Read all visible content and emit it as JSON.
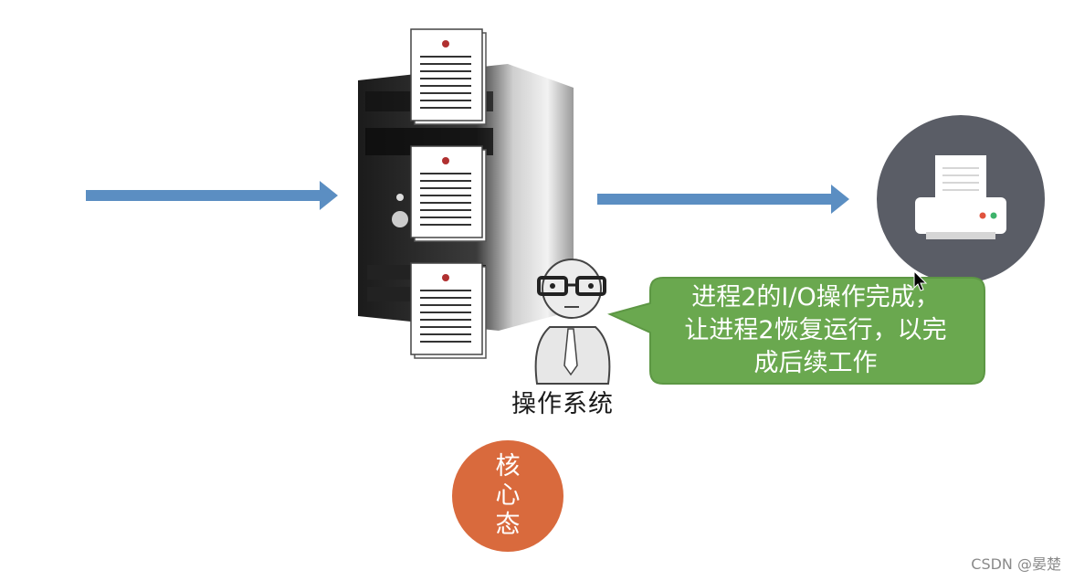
{
  "bubble": {
    "line1": "进程2的I/O操作完成，",
    "line2": "让进程2恢复运行，以完",
    "line3": "成后续工作",
    "color": "#6aa84f"
  },
  "os_label": "操作系统",
  "core_state": {
    "text": "核心态",
    "color": "#d96a3d"
  },
  "watermark": "CSDN @晏楚",
  "colors": {
    "arrow": "#5b8ec2",
    "printer_circle": "#5a5d66"
  },
  "icons": [
    "server-icon",
    "document-icon",
    "printer-icon",
    "person-icon",
    "mouse-cursor-icon"
  ]
}
